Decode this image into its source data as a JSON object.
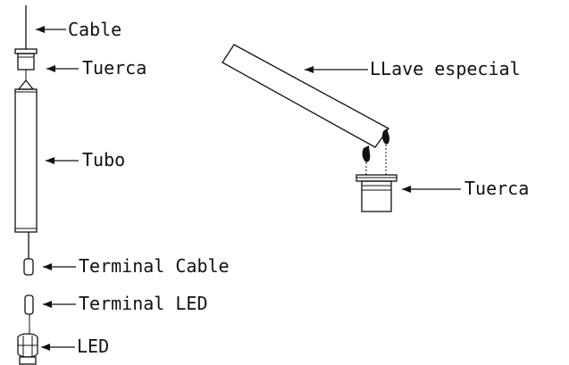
{
  "labels": {
    "cable": "Cable",
    "tuerca_left": "Tuerca",
    "tubo": "Tubo",
    "terminal_cable": "Terminal Cable",
    "terminal_led": "Terminal LED",
    "led": "LED",
    "llave_especial": "LLave especial",
    "tuerca_right": "Tuerca"
  },
  "colors": {
    "ink": "#111111",
    "background": "#ffffff"
  }
}
